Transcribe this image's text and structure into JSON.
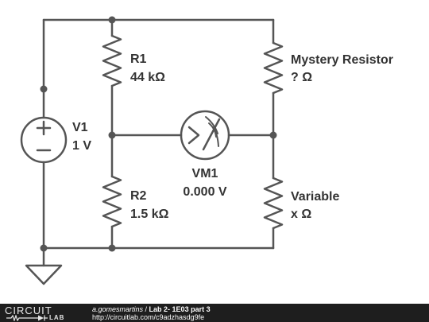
{
  "schematic": {
    "v1": {
      "name": "V1",
      "value": "1 V"
    },
    "r1": {
      "name": "R1",
      "value": "44 kΩ"
    },
    "r2": {
      "name": "R2",
      "value": "1.5 kΩ"
    },
    "mystery": {
      "name": "Mystery Resistor",
      "value": "? Ω"
    },
    "variable": {
      "name": "Variable",
      "value": "x Ω"
    },
    "vm1": {
      "name": "VM1",
      "value": "0.000 V"
    }
  },
  "footer": {
    "logo_top": "CIRCUIT",
    "logo_bottom": "LAB",
    "user": "a.gomesmartins",
    "separator": " / ",
    "title": "Lab 2- 1E03 part 3",
    "url": "http://circuitlab.com/c9adzhasdg9fe"
  },
  "colors": {
    "wire": "#555555",
    "text": "#333333",
    "footer_bg": "#1e1e1e"
  }
}
